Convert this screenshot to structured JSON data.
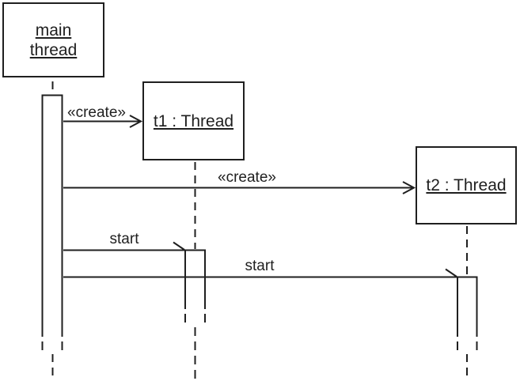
{
  "diagram": {
    "kind": "uml-sequence-diagram",
    "objects": [
      {
        "id": "main-thread",
        "name_lines": [
          "main",
          "thread"
        ]
      },
      {
        "id": "t1",
        "name": "t1 : Thread"
      },
      {
        "id": "t2",
        "name": "t2 : Thread"
      }
    ],
    "messages": [
      {
        "from": "main-thread",
        "to": "t1",
        "label": "«create»",
        "arrow": "open"
      },
      {
        "from": "main-thread",
        "to": "t2",
        "label": "«create»",
        "arrow": "open"
      },
      {
        "from": "main-thread",
        "to": "t1",
        "label": "start",
        "arrow": "half"
      },
      {
        "from": "main-thread",
        "to": "t2",
        "label": "start",
        "arrow": "half"
      }
    ],
    "colors": {
      "line": "#1f1f1f",
      "background": "#ffffff"
    }
  }
}
